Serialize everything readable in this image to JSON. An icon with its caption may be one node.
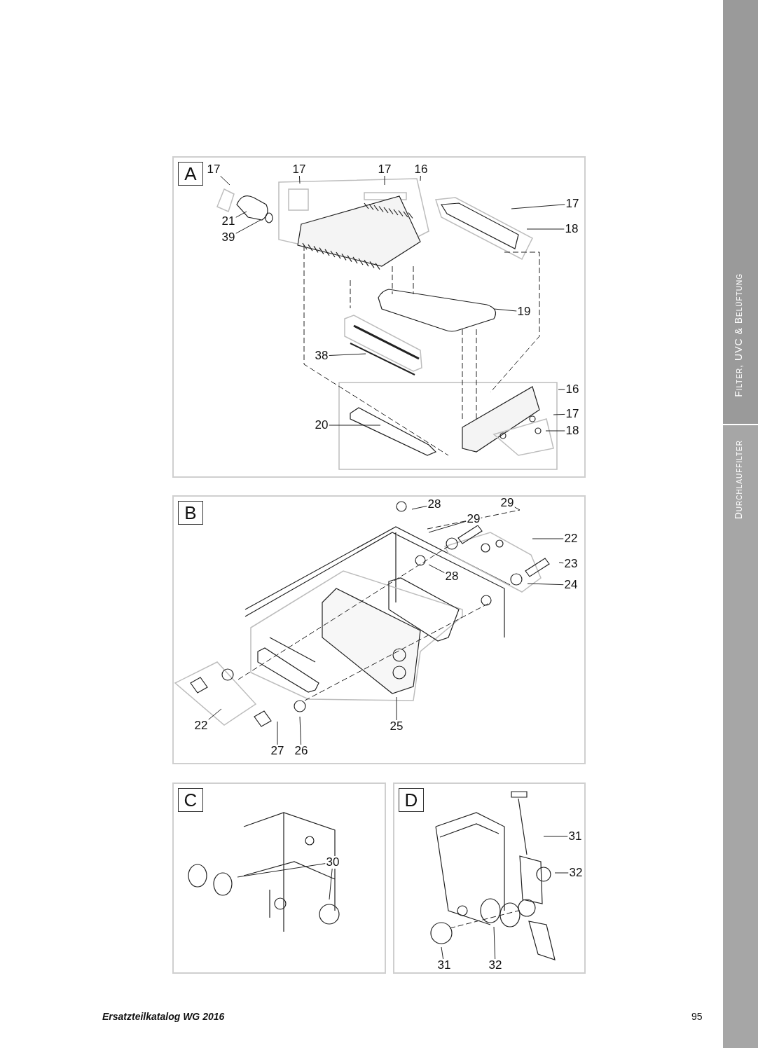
{
  "diagram": {
    "nodes": [
      {
        "text": [
          "A"
        ]
      },
      {
        "text": [
          "17"
        ],
        "in": 0
      },
      {
        "text": [
          "17"
        ],
        "in": 0
      },
      {
        "text": [
          "17"
        ],
        "in": 0
      },
      {
        "text": [
          "16"
        ],
        "in": 0
      },
      {
        "text": [
          "17"
        ],
        "in": 0
      },
      {
        "text": [
          "18"
        ],
        "in": 0
      },
      {
        "text": [
          "21"
        ],
        "in": 0
      },
      {
        "text": [
          "39"
        ],
        "in": 0
      },
      {
        "text": [
          "19"
        ],
        "in": 0
      },
      {
        "text": [
          "38"
        ],
        "in": 0
      },
      {
        "text": [
          "16"
        ],
        "in": 0
      },
      {
        "text": [
          "17"
        ],
        "in": 0
      },
      {
        "text": [
          "18"
        ],
        "in": 0
      },
      {
        "text": [
          "20"
        ],
        "in": 0
      },
      {
        "text": [
          "B"
        ]
      },
      {
        "text": [
          "28"
        ],
        "in": 15
      },
      {
        "text": [
          "29"
        ],
        "in": 15
      },
      {
        "text": [
          "29"
        ],
        "in": 15
      },
      {
        "text": [
          "22"
        ],
        "in": 15
      },
      {
        "text": [
          "23"
        ],
        "in": 15
      },
      {
        "text": [
          "28"
        ],
        "in": 15
      },
      {
        "text": [
          "24"
        ],
        "in": 15
      },
      {
        "text": [
          "22"
        ],
        "in": 15
      },
      {
        "text": [
          "25"
        ],
        "in": 15
      },
      {
        "text": [
          "27"
        ],
        "in": 15
      },
      {
        "text": [
          "26"
        ],
        "in": 15
      },
      {
        "text": [
          "C"
        ]
      },
      {
        "text": [
          "30"
        ],
        "in": 27
      },
      {
        "text": [
          "D"
        ]
      },
      {
        "text": [
          "31"
        ],
        "in": 29
      },
      {
        "text": [
          "32"
        ],
        "in": 29
      },
      {
        "text": [
          "31"
        ],
        "in": 29
      },
      {
        "text": [
          "32"
        ],
        "in": 29
      }
    ],
    "edges": [
      {
        "from": 1,
        "to": null,
        "arrow": "none"
      },
      {
        "from": 2,
        "to": null,
        "arrow": "none"
      },
      {
        "from": 3,
        "to": null,
        "arrow": "none"
      },
      {
        "from": 4,
        "to": null,
        "arrow": "none"
      },
      {
        "from": 5,
        "to": null,
        "arrow": "none"
      },
      {
        "from": 6,
        "to": null,
        "arrow": "none"
      },
      {
        "from": 7,
        "to": null,
        "arrow": "none"
      },
      {
        "from": 8,
        "to": null,
        "arrow": "none"
      },
      {
        "from": 9,
        "to": null,
        "arrow": "none"
      },
      {
        "from": 10,
        "to": null,
        "arrow": "none"
      },
      {
        "from": 11,
        "to": null,
        "arrow": "none"
      },
      {
        "from": 12,
        "to": null,
        "arrow": "none"
      },
      {
        "from": 13,
        "to": null,
        "arrow": "none"
      },
      {
        "from": 14,
        "to": null,
        "arrow": "none"
      },
      {
        "from": 16,
        "to": null,
        "arrow": "none"
      },
      {
        "from": 17,
        "to": null,
        "arrow": "none"
      },
      {
        "from": 18,
        "to": null,
        "arrow": "none"
      },
      {
        "from": 19,
        "to": null,
        "arrow": "none"
      },
      {
        "from": 20,
        "to": null,
        "arrow": "none"
      },
      {
        "from": 21,
        "to": null,
        "arrow": "none"
      },
      {
        "from": 22,
        "to": null,
        "arrow": "none"
      },
      {
        "from": 23,
        "to": null,
        "arrow": "none"
      },
      {
        "from": 24,
        "to": null,
        "arrow": "none"
      },
      {
        "from": 25,
        "to": null,
        "arrow": "none"
      },
      {
        "from": 26,
        "to": null,
        "arrow": "none"
      },
      {
        "from": 28,
        "to": null,
        "arrow": "none"
      },
      {
        "from": 28,
        "to": null,
        "arrow": "none"
      },
      {
        "from": 30,
        "to": null,
        "arrow": "none"
      },
      {
        "from": 31,
        "to": null,
        "arrow": "none"
      },
      {
        "from": 32,
        "to": null,
        "arrow": "none"
      },
      {
        "from": 33,
        "to": null,
        "arrow": "none"
      }
    ],
    "labels": [
      "Filter, UVC & Belüftung",
      "Durchlauffilter",
      "Ersatzteilkatalog WG 2016",
      "95"
    ]
  }
}
